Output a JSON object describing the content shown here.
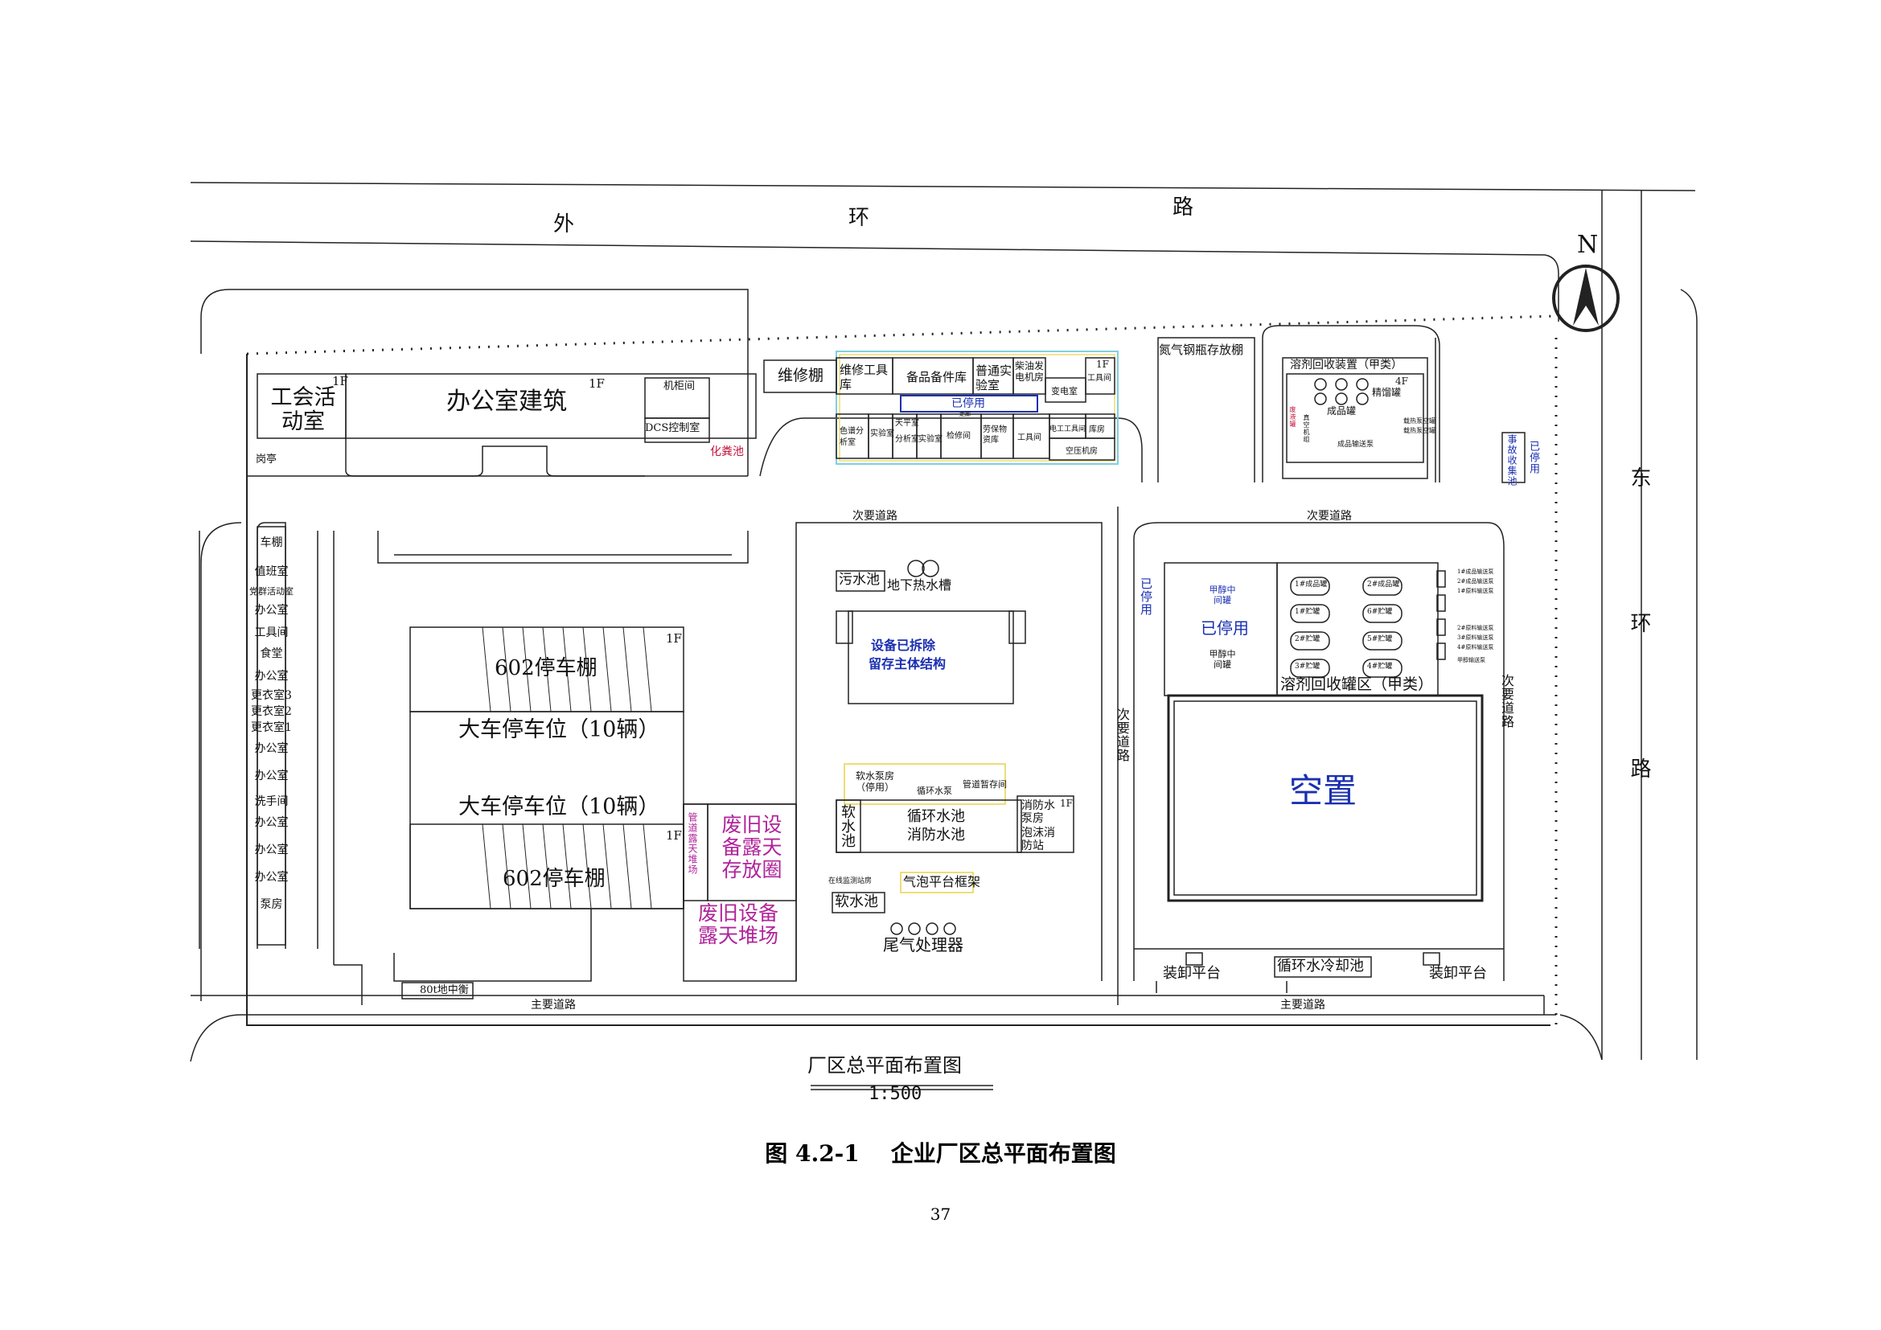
{
  "roads": {
    "north": [
      "外",
      "环",
      "路"
    ],
    "east": "东环路",
    "secondary": "次要道路",
    "main": "主要道路"
  },
  "north_arrow": "N",
  "top_zone": {
    "union_room": "工会活动室",
    "office_building": "办公室建筑",
    "floor_1f": "1F",
    "cabinet_room": "机柜间",
    "dcs_room": "DCS控制室",
    "septic_tank": "化粪池",
    "guard_post": "岗亭",
    "repair_shed": "维修棚",
    "repair_tool_store": "维修工具库",
    "spare_parts_store": "备品备件库",
    "general_lab": "普通实验室",
    "diesel_generator": "柴油发电机房",
    "substation": "变电室",
    "tool_room_1f": "工具间",
    "disabled_label": "已停用",
    "corridor": "走廊",
    "chromatography_room": "色谱分析室",
    "lab_room": "实验室",
    "balance_room": "天平室",
    "analysis_room": "分析室",
    "lab_room2": "实验室",
    "maintenance_room": "检修间",
    "ppe_store": "劳保物资库",
    "tool_room": "工具间",
    "electric_tool_room": "电工工具间",
    "warehouse": "库房",
    "air_compressor": "空压机房",
    "nitrogen_shed": "氮气钢瓶存放棚",
    "solvent_recovery_unit": "溶剂回收装置（甲类）",
    "floor_4f": "4F",
    "rectifier_tanks": "精馏罐",
    "product_tank": "成品罐",
    "product_pump": "成品输送泵",
    "pump_a": "载热泵空罐",
    "pump_b": "载热泵空罐",
    "vacuum_units": "真空机组",
    "waste_tank": "废液罐",
    "accident_pool": "事故收集池",
    "disabled_v": "已停用"
  },
  "left_strip": [
    "车棚",
    "值班室",
    "党群活动室",
    "办公室",
    "工具间",
    "食堂",
    "办公室",
    "更衣室3",
    "更衣室2",
    "更衣室1",
    "办公室",
    "办公室",
    "洗手间",
    "办公室",
    "办公室",
    "办公室",
    "泵房"
  ],
  "parking": {
    "shed_upper": "602停车棚",
    "bay_upper": "大车停车位（10辆）",
    "bay_lower": "大车停车位（10辆）",
    "shed_lower": "602停车棚",
    "floor_1f": "1F",
    "truck_scale": "80t地中衡"
  },
  "waste_equipment": {
    "pipe_storage": "管道露天堆场",
    "waste_equipment_yard": "废旧设备露天存放圈",
    "waste_equipment_pile": "废旧设备露天堆场"
  },
  "center_zone": {
    "sewage_pool": "污水池",
    "underground_tank": "地下热水槽",
    "dismantled": "设备已拆除",
    "structure_kept": "留存主体结构",
    "soft_water_pump": "软水泵房（停用）",
    "circulating_pump": "循环水泵",
    "pipe_temp_room": "管道暂存间",
    "soft_water_pool": "软水池",
    "circulating_pool": "循环水池",
    "fire_pool": "消防水池",
    "fire_pump_room": "消防水泵房",
    "foam_station": "泡沫消防站",
    "floor_1f": "1F",
    "online_monitoring": "在线监测站房",
    "bubble_platform": "气泡平台框架",
    "soft_water_pool2": "软水池",
    "tail_gas": "尾气处理器"
  },
  "right_zone": {
    "disabled_v": "已停用",
    "methanol_tank_top": "甲醇中间罐",
    "disabled": "已停用",
    "methanol_tank_bottom": "甲醇中间罐",
    "tanks_left": [
      "1#成品罐",
      "1#贮罐",
      "2#贮罐",
      "3#贮罐"
    ],
    "tanks_right": [
      "2#成品罐",
      "6#贮罐",
      "5#贮罐",
      "4#贮罐"
    ],
    "solvent_tank_area": "溶剂回收罐区（甲类）",
    "pump_labels": [
      "1#成品输送泵",
      "2#成品输送泵",
      "1#原料输送泵",
      "2#原料输送泵",
      "3#原料输送泵",
      "4#原料输送泵",
      "甲醇输送泵"
    ],
    "vacant": "空置",
    "loading_left": "装卸平台",
    "cooling_pool": "循环水冷却池",
    "loading_right": "装卸平台"
  },
  "title": {
    "name": "厂区总平面布置图",
    "scale": "1:500",
    "figure": "图 4.2-1    企业厂区总平面布置图",
    "page": "37"
  }
}
